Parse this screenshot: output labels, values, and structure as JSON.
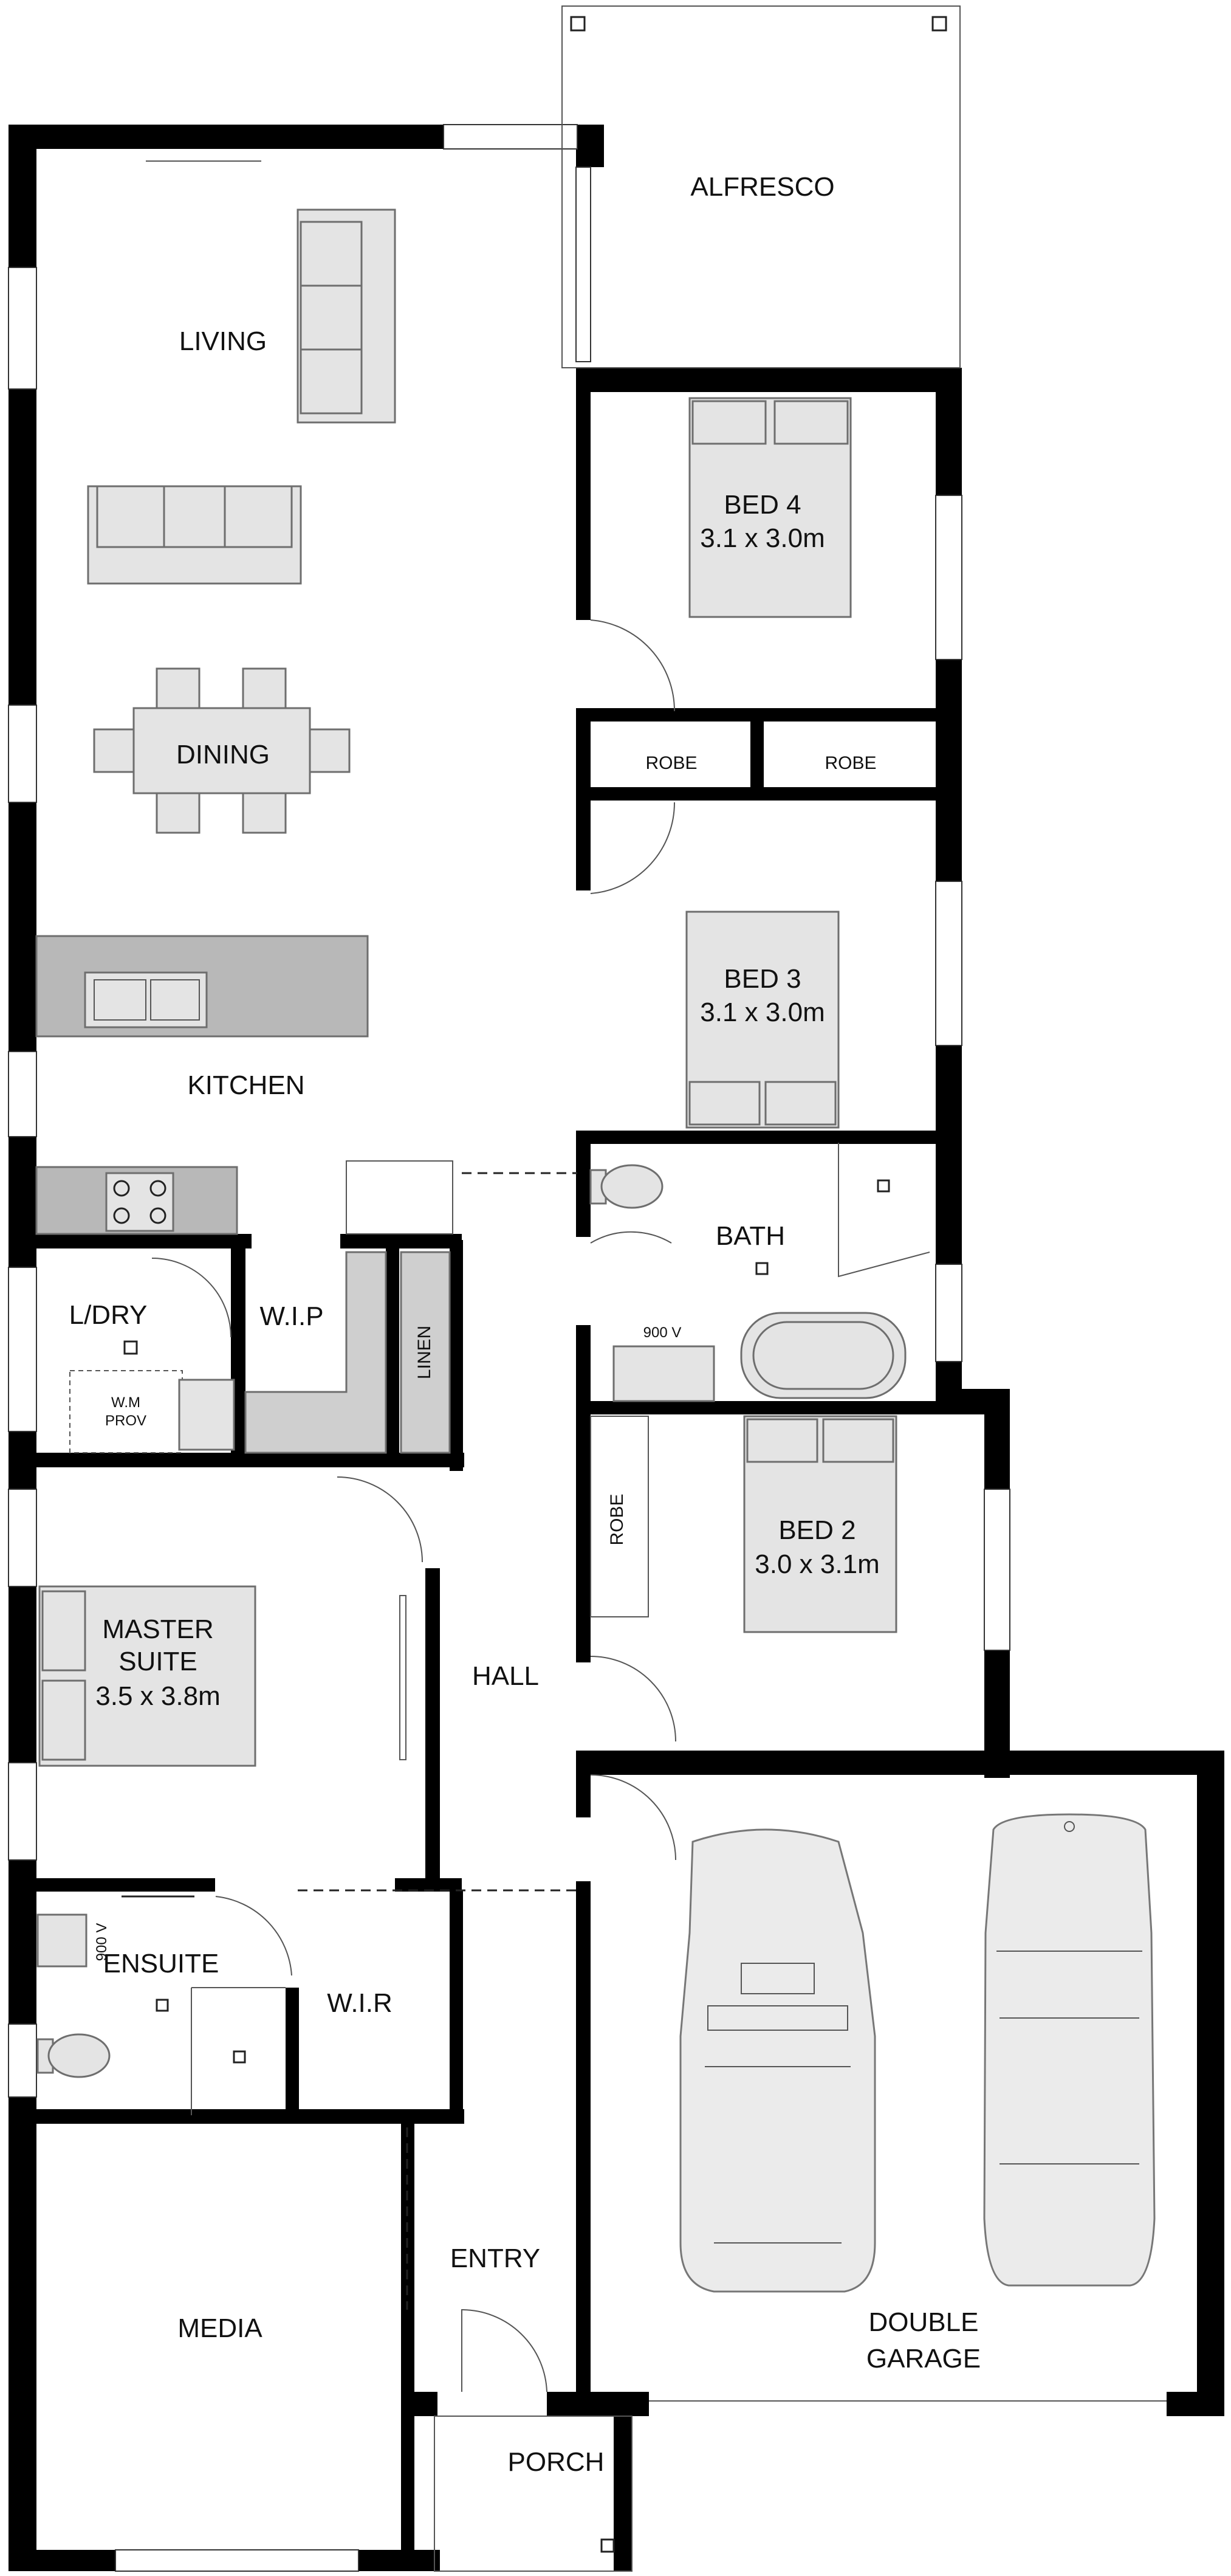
{
  "rooms": {
    "alfresco": "ALFRESCO",
    "living": "LIVING",
    "dining": "DINING",
    "kitchen": "KITCHEN",
    "bed4_name": "BED 4",
    "bed4_size": "3.1 x 3.0m",
    "robe_a": "ROBE",
    "robe_b": "ROBE",
    "bed3_name": "BED 3",
    "bed3_size": "3.1 x 3.0m",
    "laundry": "L/DRY",
    "wip": "W.I.P",
    "linen": "LINEN",
    "wm_line1": "W.M",
    "wm_line2": "PROV",
    "bath": "BATH",
    "bath_vanity": "900 V",
    "bed2_name": "BED 2",
    "bed2_size": "3.0 x 3.1m",
    "robe_bed2": "ROBE",
    "master_line1": "MASTER",
    "master_line2": "SUITE",
    "master_size": "3.5 x 3.8m",
    "hall": "HALL",
    "ensuite": "ENSUITE",
    "ensuite_vanity": "900 V",
    "wir": "W.I.R",
    "entry": "ENTRY",
    "media": "MEDIA",
    "garage_line1": "DOUBLE",
    "garage_line2": "GARAGE",
    "porch": "PORCH"
  },
  "icons": {
    "sofa": "sofa-icon",
    "dining_set": "dining-table-icon",
    "sink": "kitchen-sink-icon",
    "cooktop": "cooktop-icon",
    "bed": "bed-icon",
    "bathtub": "bathtub-icon",
    "toilet": "toilet-icon",
    "car": "car-icon",
    "door_swing": "door-swing-icon",
    "post": "post-icon"
  },
  "colors": {
    "wall": "#000000",
    "furniture_fill": "#e4e4e4",
    "benchtop": "#b8b8b8",
    "background": "#ffffff"
  }
}
